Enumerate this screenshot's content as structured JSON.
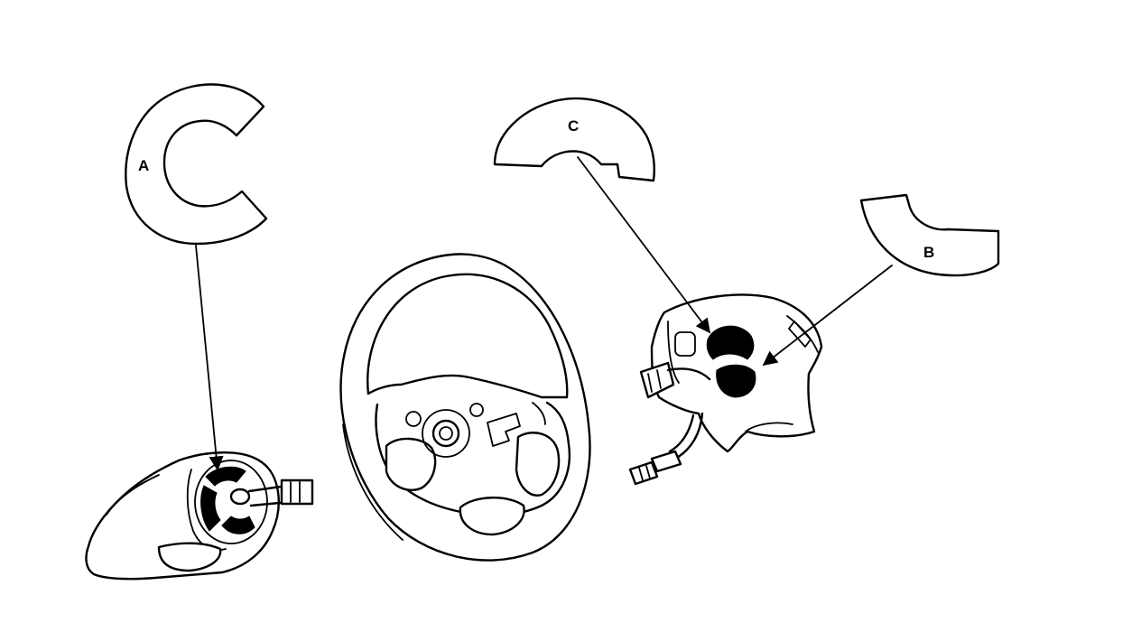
{
  "diagram": {
    "colors": {
      "ink": "#000000",
      "background": "#ffffff"
    },
    "callouts": {
      "a": {
        "label": "A"
      },
      "b": {
        "label": "B"
      },
      "c": {
        "label": "C"
      }
    },
    "parts": [
      "steering-column-cable-reel",
      "steering-wheel",
      "steering-wheel-cover"
    ]
  }
}
